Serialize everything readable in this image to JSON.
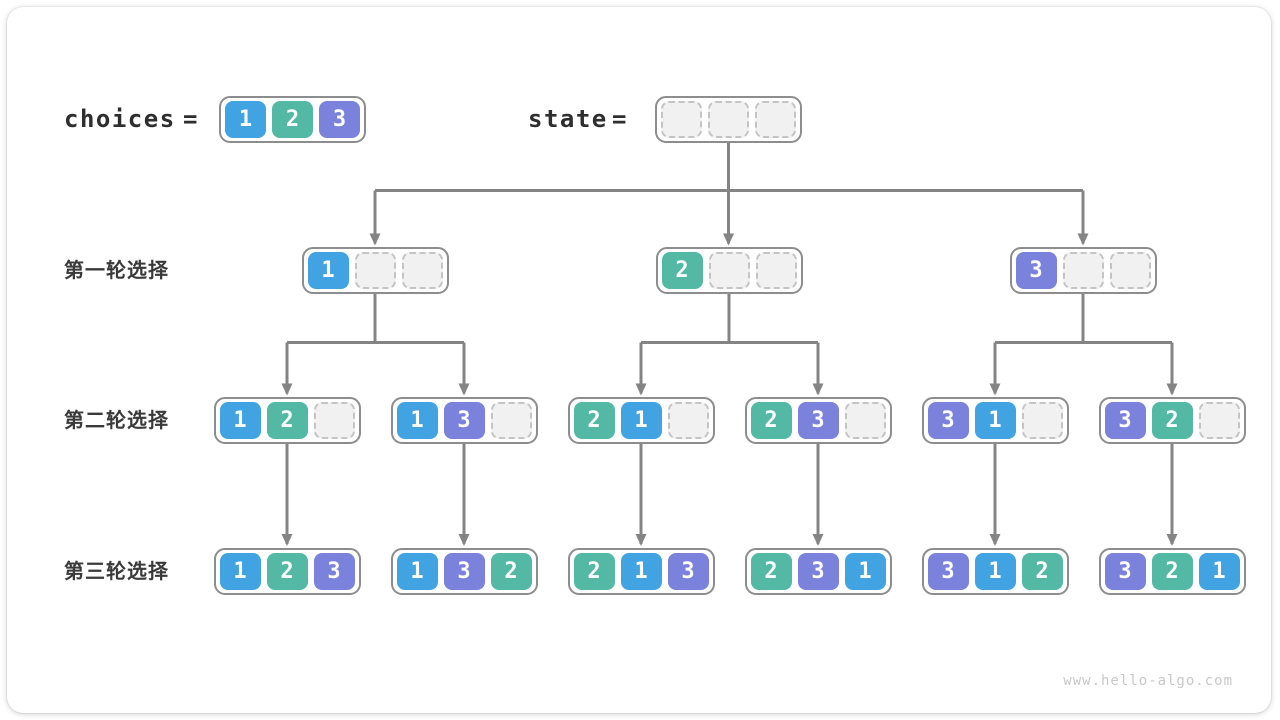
{
  "header": {
    "choices_label": "choices",
    "equals": "=",
    "choices": [
      "1",
      "2",
      "3"
    ],
    "state_label": "state",
    "state": [
      null,
      null,
      null
    ]
  },
  "rows": [
    {
      "label": "第一轮选择",
      "nodes": [
        [
          "1",
          null,
          null
        ],
        [
          "2",
          null,
          null
        ],
        [
          "3",
          null,
          null
        ]
      ]
    },
    {
      "label": "第二轮选择",
      "nodes": [
        [
          "1",
          "2",
          null
        ],
        [
          "1",
          "3",
          null
        ],
        [
          "2",
          "1",
          null
        ],
        [
          "2",
          "3",
          null
        ],
        [
          "3",
          "1",
          null
        ],
        [
          "3",
          "2",
          null
        ]
      ]
    },
    {
      "label": "第三轮选择",
      "nodes": [
        [
          "1",
          "2",
          "3"
        ],
        [
          "1",
          "3",
          "2"
        ],
        [
          "2",
          "1",
          "3"
        ],
        [
          "2",
          "3",
          "1"
        ],
        [
          "3",
          "1",
          "2"
        ],
        [
          "3",
          "2",
          "1"
        ]
      ]
    }
  ],
  "colors": {
    "value_1": "#41a3e2",
    "value_2": "#53b9a5",
    "value_3": "#7a82db",
    "empty_fill": "#f1f1f2",
    "arrow": "#848484"
  },
  "watermark": "www.hello-algo.com"
}
